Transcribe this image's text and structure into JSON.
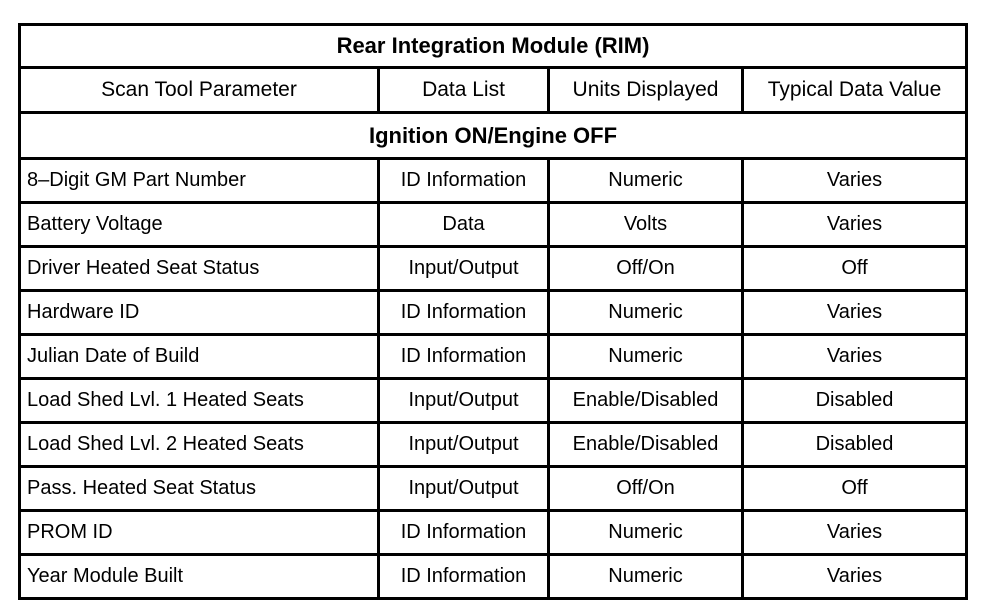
{
  "table": {
    "title": "Rear Integration Module (RIM)",
    "section_header": "Ignition ON/Engine OFF",
    "columns": [
      "Scan Tool Parameter",
      "Data List",
      "Units Displayed",
      "Typical Data Value"
    ],
    "rows": [
      {
        "parameter": "8–Digit GM Part Number",
        "data_list": "ID Information",
        "units": "Numeric",
        "typical": "Varies"
      },
      {
        "parameter": "Battery Voltage",
        "data_list": "Data",
        "units": "Volts",
        "typical": "Varies"
      },
      {
        "parameter": "Driver Heated Seat Status",
        "data_list": "Input/Output",
        "units": "Off/On",
        "typical": "Off"
      },
      {
        "parameter": "Hardware ID",
        "data_list": "ID Information",
        "units": "Numeric",
        "typical": "Varies"
      },
      {
        "parameter": "Julian Date of Build",
        "data_list": "ID Information",
        "units": "Numeric",
        "typical": "Varies"
      },
      {
        "parameter": "Load Shed Lvl. 1 Heated Seats",
        "data_list": "Input/Output",
        "units": "Enable/Disabled",
        "typical": "Disabled"
      },
      {
        "parameter": "Load Shed Lvl. 2 Heated Seats",
        "data_list": "Input/Output",
        "units": "Enable/Disabled",
        "typical": "Disabled"
      },
      {
        "parameter": "Pass. Heated Seat Status",
        "data_list": "Input/Output",
        "units": "Off/On",
        "typical": "Off"
      },
      {
        "parameter": "PROM ID",
        "data_list": "ID Information",
        "units": "Numeric",
        "typical": "Varies"
      },
      {
        "parameter": "Year Module Built",
        "data_list": "ID Information",
        "units": "Numeric",
        "typical": "Varies"
      }
    ]
  },
  "colors": {
    "background": "#ffffff",
    "border": "#000000",
    "text": "#000000"
  }
}
